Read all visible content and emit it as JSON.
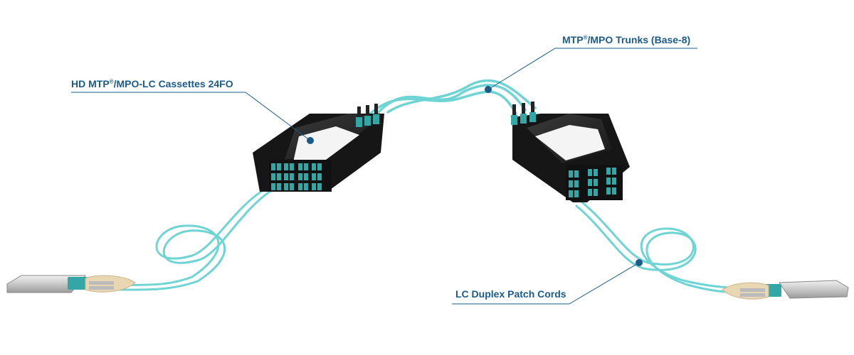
{
  "labels": {
    "trunks": {
      "prefix": "MTP",
      "sup": "®",
      "suffix": "/MPO Trunks (Base-8)"
    },
    "cassettes": {
      "prefix": "HD MTP",
      "sup": "®",
      "suffix": "/MPO-LC Cassettes 24FO"
    },
    "patch_cords": {
      "text": "LC Duplex Patch Cords"
    }
  },
  "colors": {
    "callout_text": "#1a5b8c",
    "leader_line": "#1a5b8c",
    "fiber": "#6fd4d4",
    "cassette_body": "#1f1f1f",
    "lc_port": "#33a6a6"
  },
  "icons": [
    "qsfp-transceiver-icon",
    "fiber-cassette-icon",
    "mtp-connector-icon",
    "lc-connector-icon"
  ]
}
